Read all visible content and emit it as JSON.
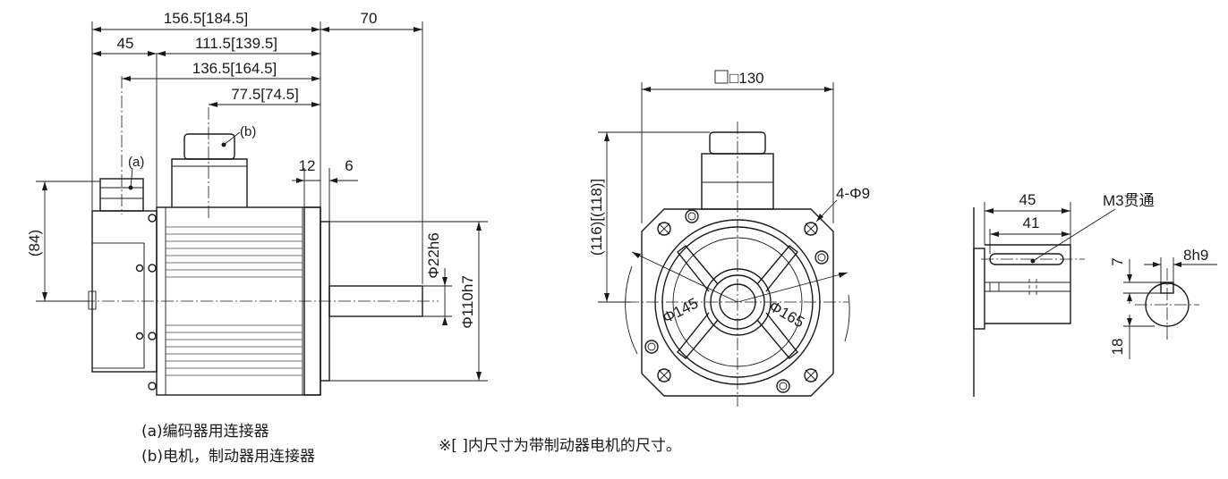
{
  "side_view": {
    "dims": {
      "overall": "156.5[184.5]",
      "shaft": "70",
      "encoder": "45",
      "body": "111.5[139.5]",
      "flange_to_back": "136.5[164.5]",
      "connector_pos": "77.5[74.5]",
      "flange": "12",
      "spigot": "6",
      "height": "(84)",
      "shaft_dia": "Φ22h6",
      "spigot_dia": "Φ110h7"
    },
    "labels": {
      "a": "(a)",
      "b": "(b)"
    }
  },
  "front_view": {
    "dims": {
      "square": "□130",
      "height": "(116)[(118)]",
      "holes": "4-Φ9",
      "bolt_circle": "Φ145",
      "outer_circle": "Φ165"
    }
  },
  "shaft_detail": {
    "dims": {
      "len_45": "45",
      "len_41": "41",
      "thread": "M3贯通",
      "key_width": "8h9",
      "key_depth": "7",
      "shaft_height": "18"
    }
  },
  "notes": {
    "line_a": "(a)编码器用连接器",
    "line_b": "(b)电机，制动器用连接器",
    "bracket": "※[ ]内尺寸为带制动器电机的尺寸。"
  }
}
